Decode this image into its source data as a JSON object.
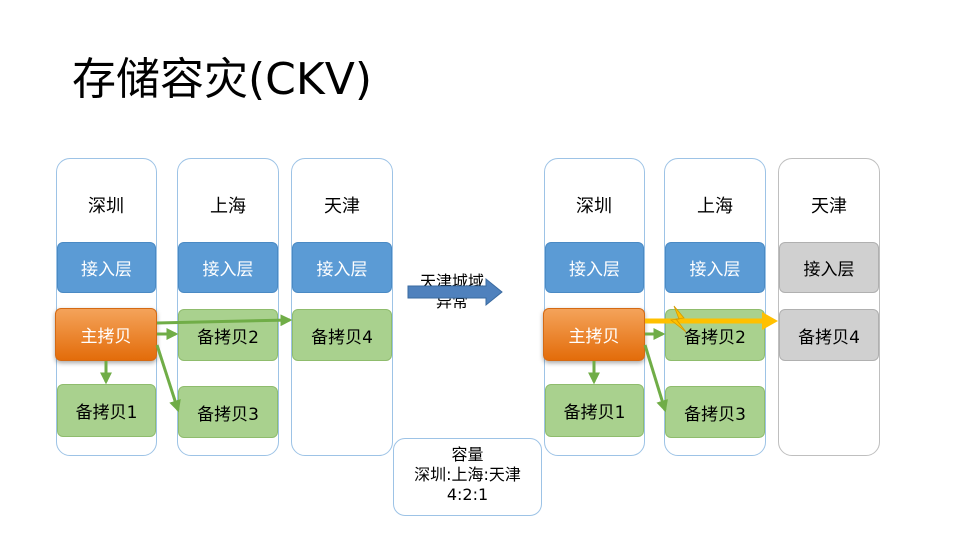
{
  "title": "存储容灾(CKV)",
  "left": {
    "shenzhen": {
      "city": "深圳",
      "access": "接入层",
      "primary": "主拷贝",
      "backup": "备拷贝1"
    },
    "shanghai": {
      "city": "上海",
      "access": "接入层",
      "backup_a": "备拷贝2",
      "backup_b": "备拷贝3"
    },
    "tianjin": {
      "city": "天津",
      "access": "接入层",
      "backup": "备拷贝4"
    }
  },
  "event": {
    "line1": "天津城域",
    "line2": "异常"
  },
  "capacity": {
    "line1": "容量",
    "line2": "深圳:上海:天津",
    "line3": "4:2:1"
  },
  "right": {
    "shenzhen": {
      "city": "深圳",
      "access": "接入层",
      "primary": "主拷贝",
      "backup": "备拷贝1"
    },
    "shanghai": {
      "city": "上海",
      "access": "接入层",
      "backup_a": "备拷贝2",
      "backup_b": "备拷贝3"
    },
    "tianjin": {
      "city": "天津",
      "access": "接入层",
      "backup": "备拷贝4"
    }
  },
  "colors": {
    "access": "#5b9bd5",
    "backup": "#a9d18e",
    "primary": "#e36c0a",
    "replication_arrow": "#70ad47",
    "failure_arrow": "#ffc000",
    "event_arrow": "#4f81bd",
    "disabled": "#d0d0d0"
  }
}
